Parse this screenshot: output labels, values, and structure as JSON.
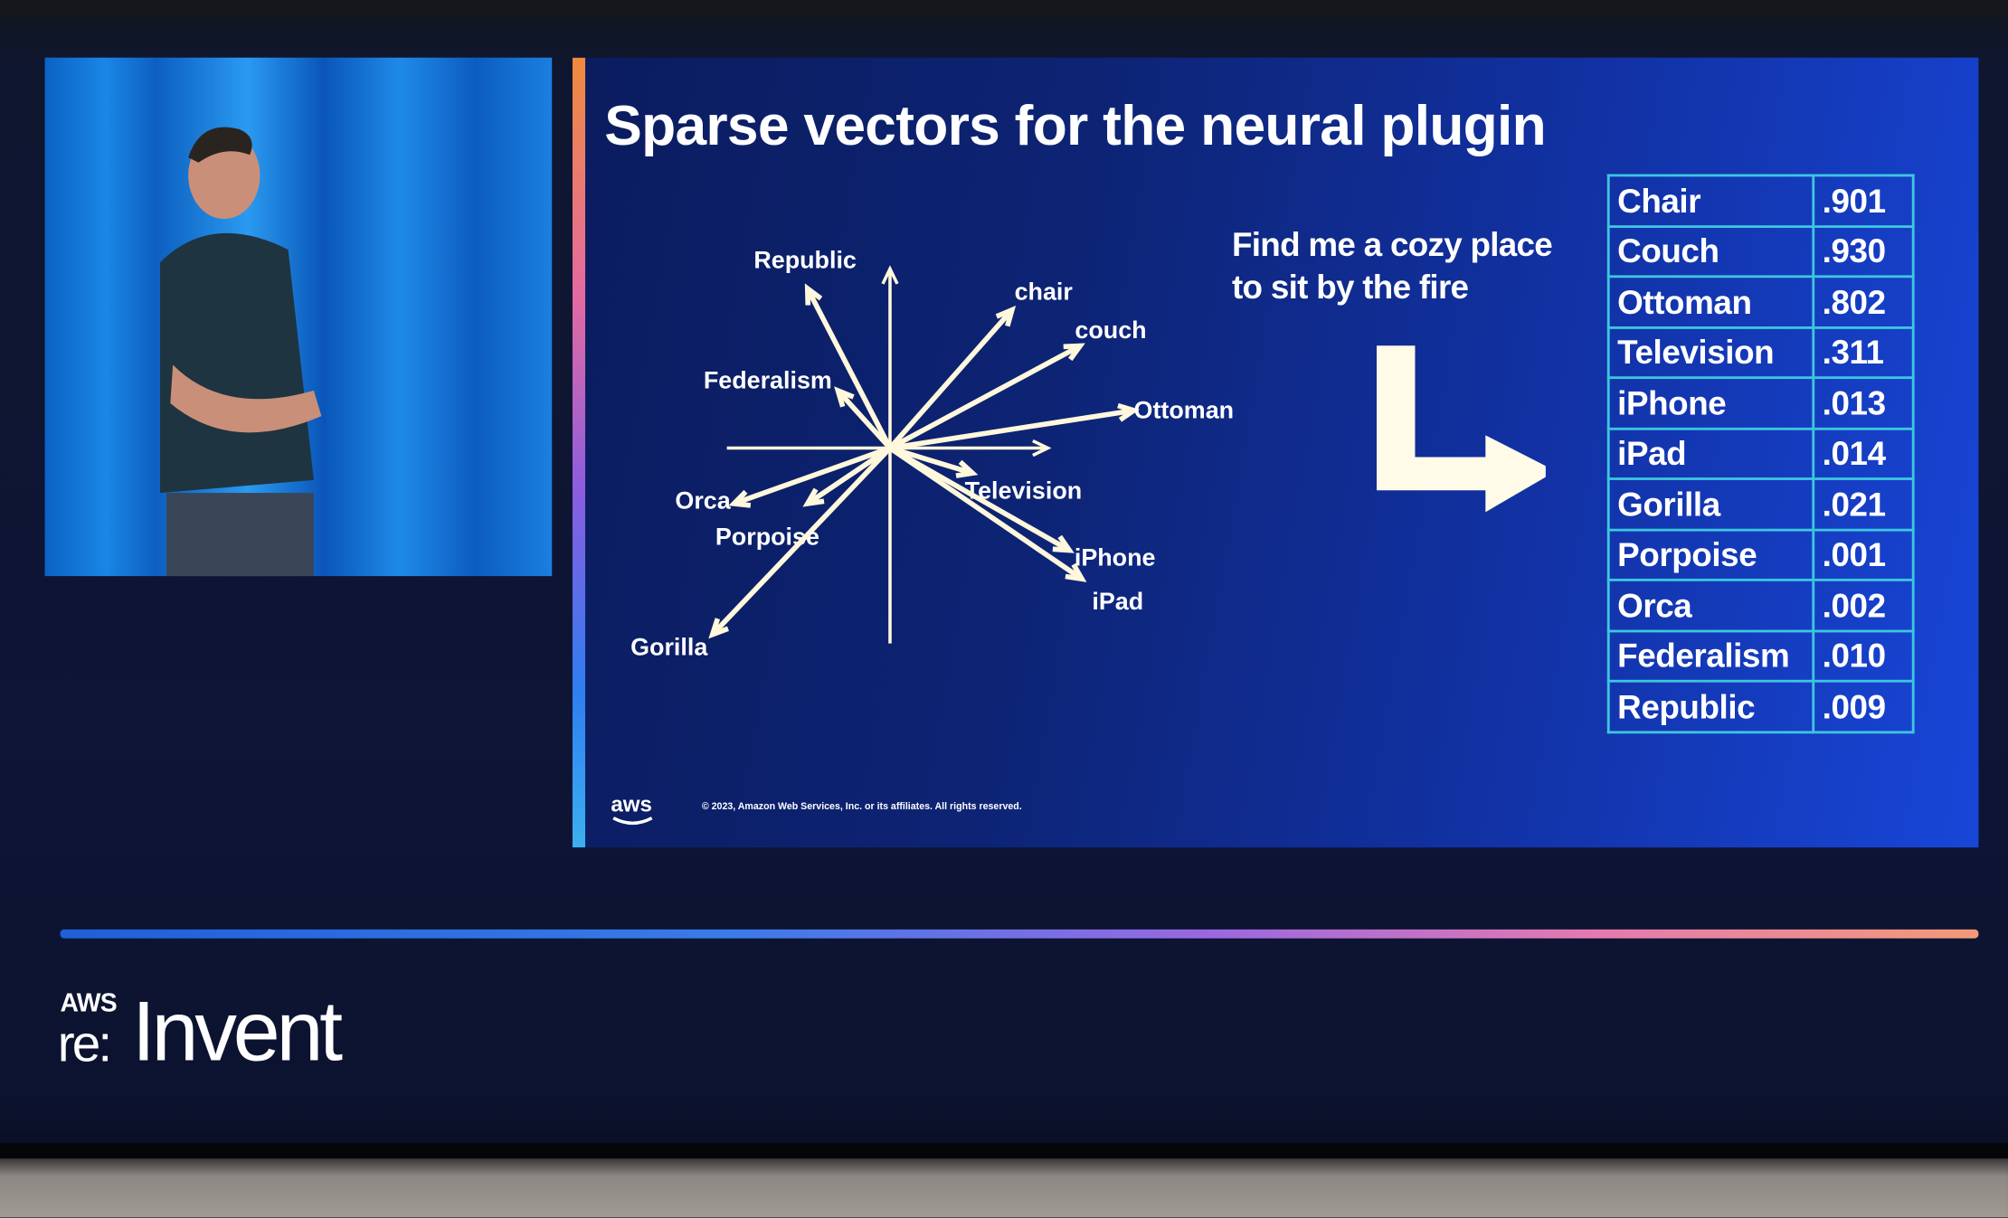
{
  "slide": {
    "title": "Sparse vectors for the neural plugin",
    "query_lines": [
      "Find me a cozy place",
      "to sit by the fire"
    ],
    "copyright": "© 2023, Amazon Web Services, Inc. or its affiliates. All rights reserved.",
    "aws_logo": "aws",
    "table": [
      {
        "term": "Chair",
        "weight": ".901"
      },
      {
        "term": "Couch",
        "weight": ".930"
      },
      {
        "term": "Ottoman",
        "weight": ".802"
      },
      {
        "term": "Television",
        "weight": ".311"
      },
      {
        "term": "iPhone",
        "weight": ".013"
      },
      {
        "term": "iPad",
        "weight": ".014"
      },
      {
        "term": "Gorilla",
        "weight": ".021"
      },
      {
        "term": "Porpoise",
        "weight": ".001"
      },
      {
        "term": "Orca",
        "weight": ".002"
      },
      {
        "term": "Federalism",
        "weight": ".010"
      },
      {
        "term": "Republic",
        "weight": ".009"
      }
    ],
    "colors": {
      "table_border": "#3ec6e0",
      "arrow": "#fff8dc",
      "text": "#ffffff"
    }
  },
  "chart_data": {
    "type": "vector-diagram",
    "axes": {
      "x_range": [
        -0.91,
        0.88
      ],
      "y_range": [
        -1.09,
        1.0
      ]
    },
    "vectors": [
      {
        "label": "Republic",
        "x": -0.46,
        "y": 0.89
      },
      {
        "label": "chair",
        "x": 0.68,
        "y": 0.77
      },
      {
        "label": "couch",
        "x": 1.06,
        "y": 0.57
      },
      {
        "label": "Federalism",
        "x": -0.29,
        "y": 0.32
      },
      {
        "label": "Ottoman",
        "x": 1.36,
        "y": 0.21
      },
      {
        "label": "Orca",
        "x": -0.87,
        "y": -0.31
      },
      {
        "label": "Porpoise",
        "x": -0.46,
        "y": -0.31
      },
      {
        "label": "Television",
        "x": 0.46,
        "y": -0.14
      },
      {
        "label": "iPhone",
        "x": 1.0,
        "y": -0.57
      },
      {
        "label": "iPad",
        "x": 1.07,
        "y": -0.73
      },
      {
        "label": "Gorilla",
        "x": -0.99,
        "y": -1.04
      }
    ]
  },
  "event_logo": {
    "aws": "AWS",
    "re": "re:",
    "invent": "Invent"
  }
}
